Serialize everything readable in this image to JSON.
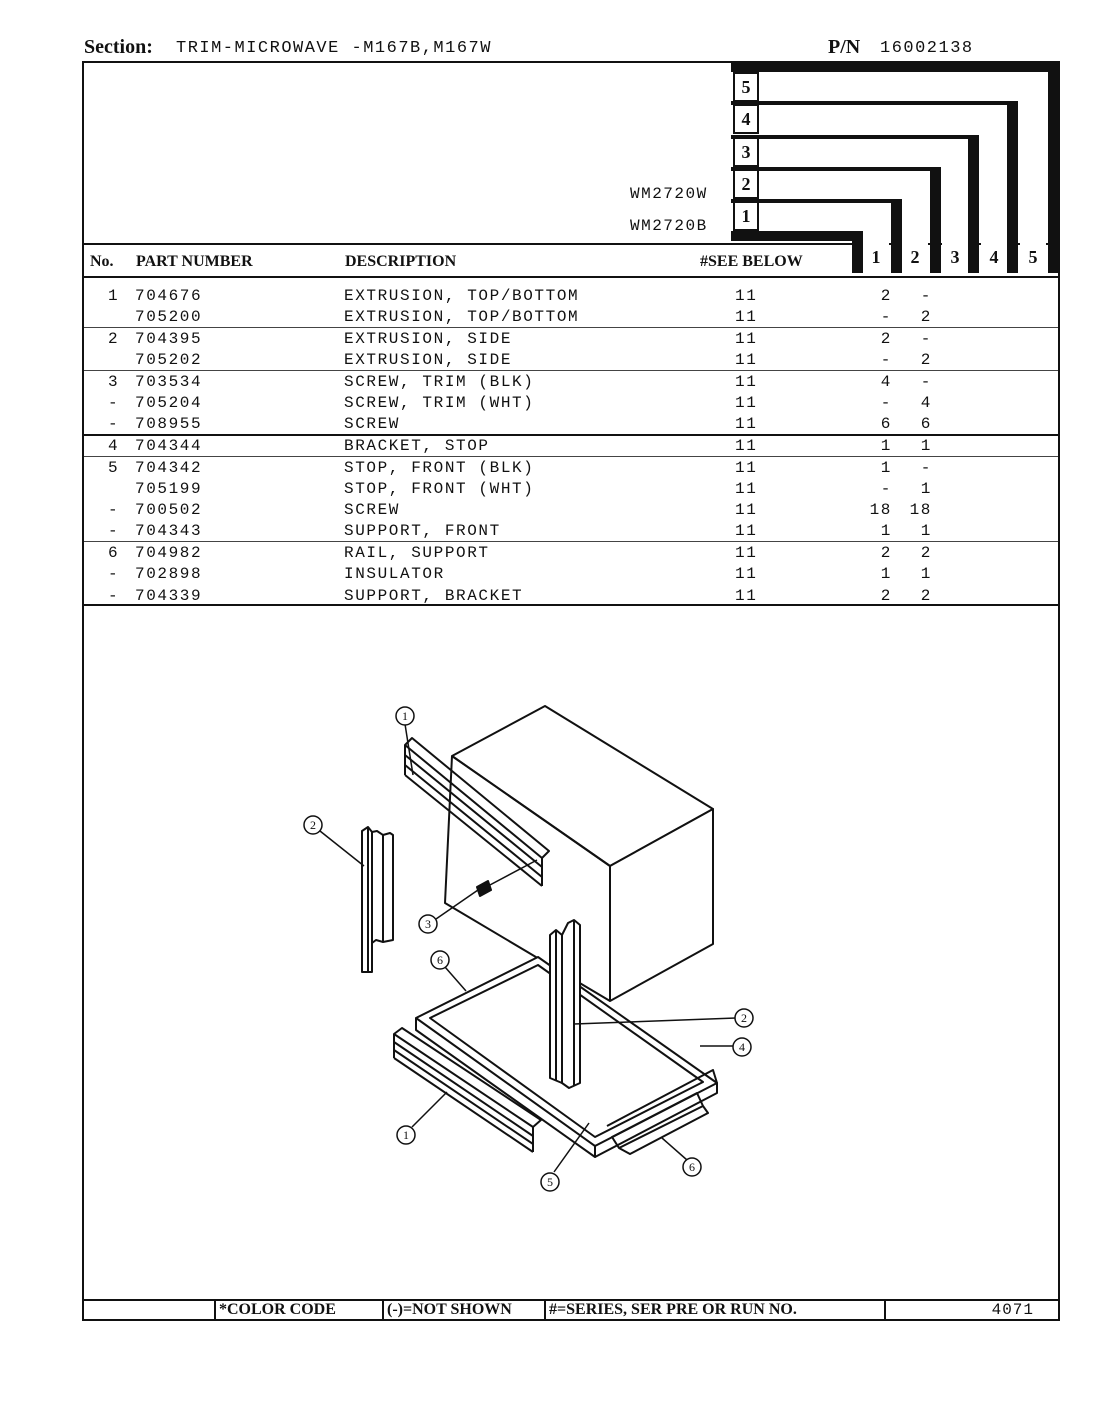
{
  "header": {
    "section_label": "Section:",
    "section_value": "TRIM-MICROWAVE -M167B,M167W",
    "pn_label": "P/N",
    "pn_value": "16002138"
  },
  "models": [
    "WM2720W",
    "WM2720B"
  ],
  "step_numbers": [
    "5",
    "4",
    "3",
    "2",
    "1"
  ],
  "columns": {
    "no": "No.",
    "part_number": "PART NUMBER",
    "description": "DESCRIPTION",
    "see_below": "#SEE BELOW",
    "qty_cols": [
      "1",
      "2",
      "3",
      "4",
      "5"
    ]
  },
  "rows": [
    {
      "no": "1",
      "pn": "704676",
      "desc": "EXTRUSION, TOP/BOTTOM",
      "see": "11",
      "q1": "2",
      "q2": "-"
    },
    {
      "no": "",
      "pn": "705200",
      "desc": "EXTRUSION, TOP/BOTTOM",
      "see": "11",
      "q1": "-",
      "q2": "2"
    },
    {
      "no": "2",
      "pn": "704395",
      "desc": "EXTRUSION, SIDE",
      "see": "11",
      "q1": "2",
      "q2": "-"
    },
    {
      "no": "",
      "pn": "705202",
      "desc": "EXTRUSION, SIDE",
      "see": "11",
      "q1": "-",
      "q2": "2"
    },
    {
      "no": "3",
      "pn": "703534",
      "desc": "SCREW, TRIM (BLK)",
      "see": "11",
      "q1": "4",
      "q2": "-"
    },
    {
      "no": "-",
      "pn": "705204",
      "desc": "SCREW, TRIM (WHT)",
      "see": "11",
      "q1": "-",
      "q2": "4"
    },
    {
      "no": "-",
      "pn": "708955",
      "desc": "SCREW",
      "see": "11",
      "q1": "6",
      "q2": "6"
    },
    {
      "no": "4",
      "pn": "704344",
      "desc": "BRACKET, STOP",
      "see": "11",
      "q1": "1",
      "q2": "1"
    },
    {
      "no": "5",
      "pn": "704342",
      "desc": "STOP, FRONT (BLK)",
      "see": "11",
      "q1": "1",
      "q2": "-"
    },
    {
      "no": "",
      "pn": "705199",
      "desc": "STOP, FRONT (WHT)",
      "see": "11",
      "q1": "-",
      "q2": "1"
    },
    {
      "no": "-",
      "pn": "700502",
      "desc": "SCREW",
      "see": "11",
      "q1": "18",
      "q2": "18"
    },
    {
      "no": "-",
      "pn": "704343",
      "desc": "SUPPORT, FRONT",
      "see": "11",
      "q1": "1",
      "q2": "1"
    },
    {
      "no": "6",
      "pn": "704982",
      "desc": "RAIL, SUPPORT",
      "see": "11",
      "q1": "2",
      "q2": "2"
    },
    {
      "no": "-",
      "pn": "702898",
      "desc": "INSULATOR",
      "see": "11",
      "q1": "1",
      "q2": "1"
    },
    {
      "no": "-",
      "pn": "704339",
      "desc": "SUPPORT, BRACKET",
      "see": "11",
      "q1": "2",
      "q2": "2"
    }
  ],
  "diagram": {
    "callouts": [
      "1",
      "2",
      "3",
      "6",
      "2",
      "4",
      "1",
      "5",
      "6"
    ]
  },
  "footer": {
    "color_code": "*COLOR CODE",
    "not_shown": "(-)=NOT SHOWN",
    "series": "#=SERIES, SER PRE OR RUN NO.",
    "page": "4071"
  }
}
